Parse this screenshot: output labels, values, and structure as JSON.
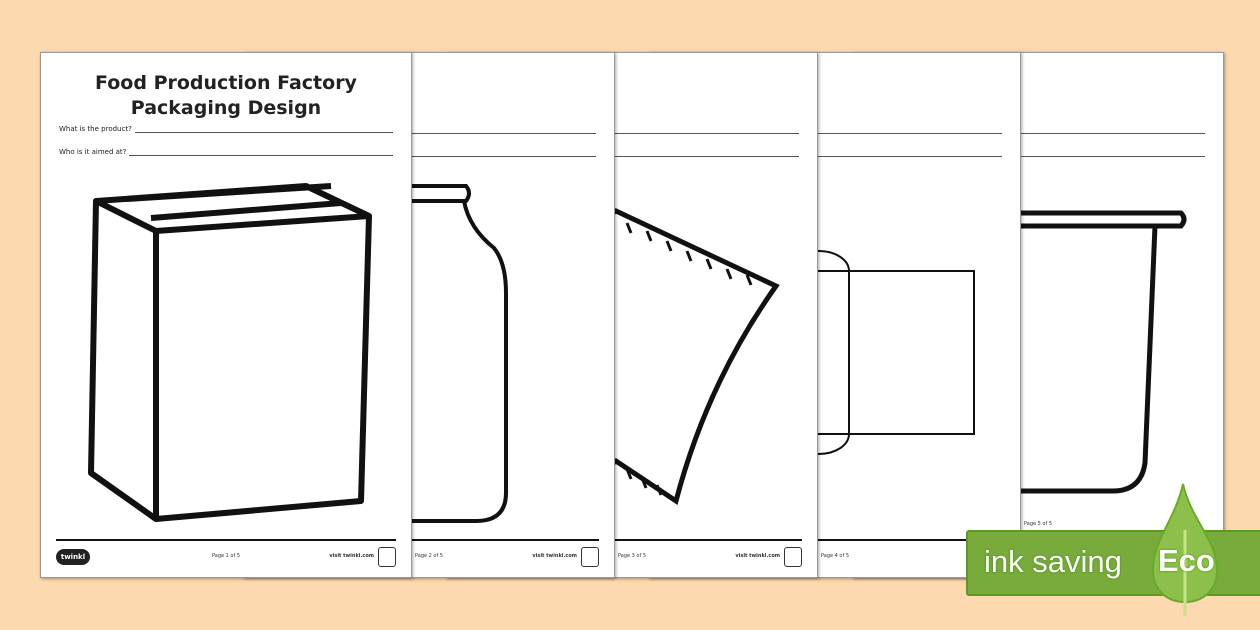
{
  "worksheet": {
    "title_line1": "Food Production Factory",
    "title_line2": "Packaging Design",
    "question1": "What is the product?",
    "question2": "Who is it aimed at?",
    "footer_logo": "twinkl",
    "footer_visit": "visit twinkl.com"
  },
  "pages": [
    {
      "page_label": "Page 1 of 5",
      "shape": "cereal-box"
    },
    {
      "page_label": "Page 2 of 5",
      "shape": "bottle"
    },
    {
      "page_label": "Page 3 of 5",
      "shape": "pouch"
    },
    {
      "page_label": "Page 4 of 5",
      "shape": "box-net"
    },
    {
      "page_label": "Page 5 of 5",
      "shape": "tub"
    }
  ],
  "eco_badge": {
    "text": "ink saving",
    "word": "Eco",
    "color": "#78aa3c",
    "leaf_color": "#8dc04a"
  }
}
